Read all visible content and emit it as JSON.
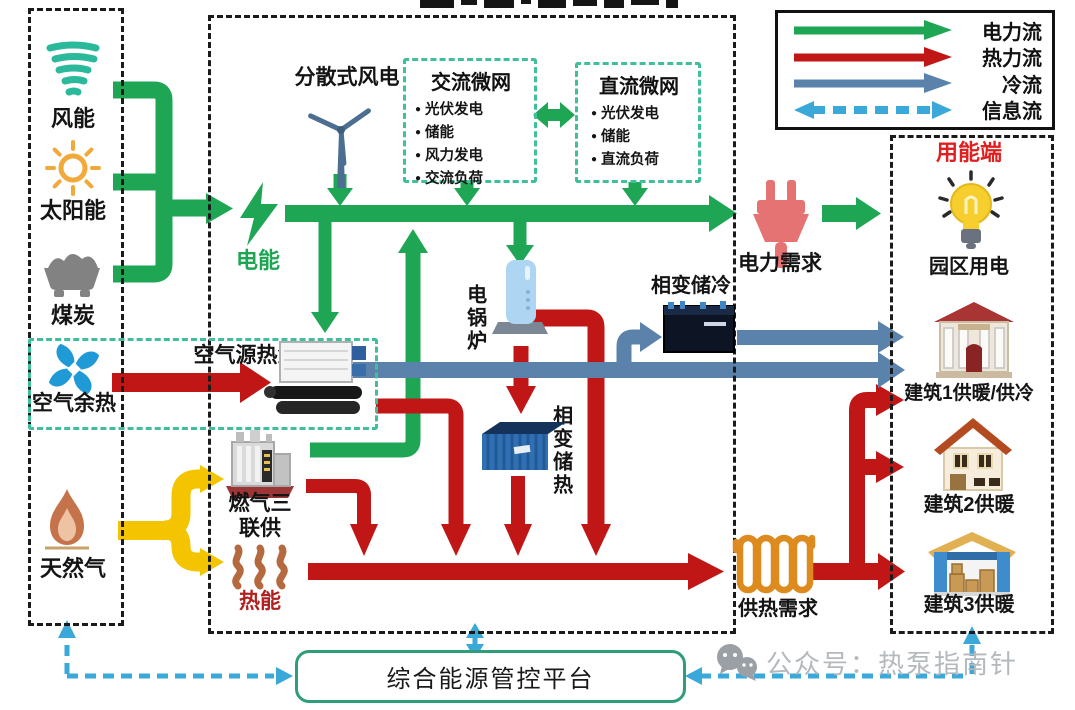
{
  "colors": {
    "power_flow": "#1ea654",
    "heat_flow": "#c01616",
    "cold_flow": "#5b82ab",
    "info_flow": "#3aa8d8",
    "gas_flow": "#f4c400"
  },
  "legend": {
    "power": "电力流",
    "heat": "热力流",
    "cold": "冷流",
    "info": "信息流"
  },
  "sources": {
    "wind": "风能",
    "solar": "太阳能",
    "coal": "煤炭",
    "air_waste_heat": "空气余热",
    "natural_gas": "天然气"
  },
  "generation": {
    "distributed_wind": "分散式风电",
    "ac_microgrid": {
      "title": "交流微网",
      "items": [
        "光伏发电",
        "储能",
        "风力发电",
        "交流负荷"
      ]
    },
    "dc_microgrid": {
      "title": "直流微网",
      "items": [
        "光伏发电",
        "储能",
        "直流负荷"
      ]
    },
    "electric_energy": "电能",
    "air_source_heat_pump": "空气源热泵",
    "electric_boiler": "电锅炉",
    "pcm_cold_storage": "相变储冷",
    "pcm_heat_storage": "相变储热",
    "gas_trigeneration": "燃气三联供",
    "heat_energy": "热能"
  },
  "demand": {
    "power_demand": "电力需求",
    "heat_demand": "供热需求"
  },
  "consumers": {
    "title": "用能端",
    "park_power": "园区用电",
    "building1": "建筑1供暖/供冷",
    "building2": "建筑2供暖",
    "building3": "建筑3供暖"
  },
  "platform": {
    "label": "综合能源管控平台"
  },
  "watermark": {
    "label": "公众号：热泵指南针"
  }
}
